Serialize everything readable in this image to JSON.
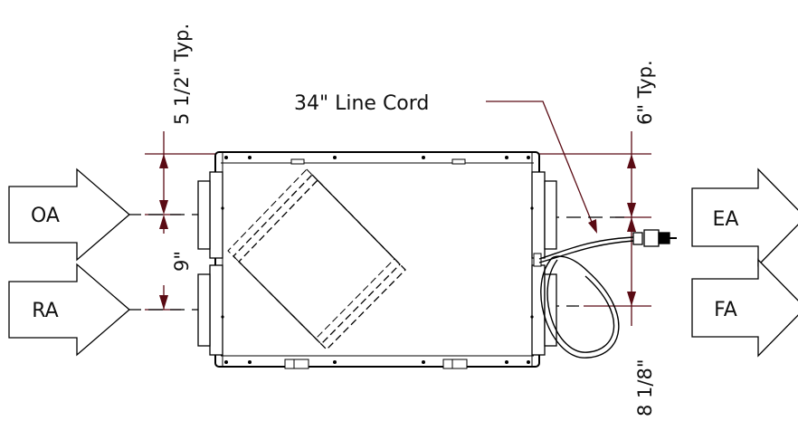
{
  "arrows": {
    "oa": "OA",
    "ra": "RA",
    "ea": "EA",
    "fa": "FA"
  },
  "dimensions": {
    "top_left": "5 1/2\" Typ.",
    "middle_left": "9\"",
    "top_right": "6\" Typ.",
    "bottom_right": "8 1/8\""
  },
  "callouts": {
    "line_cord": "34\" Line Cord"
  },
  "colors": {
    "outline": "#000000",
    "dimension": "#5a0b14"
  }
}
